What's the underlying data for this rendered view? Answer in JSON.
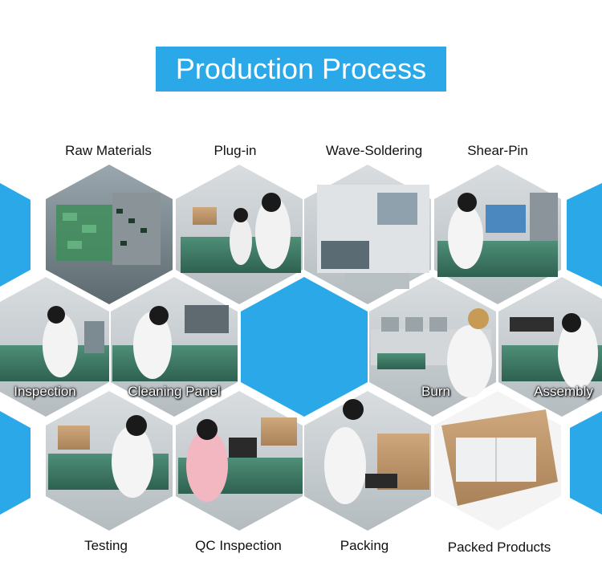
{
  "title": "Production Process",
  "steps_top": [
    "Raw Materials",
    "Plug-in",
    "Wave-Soldering",
    "Shear-Pin"
  ],
  "steps_middle": [
    "Inspection",
    "Cleaning Panel",
    "Burn",
    "Assembly"
  ],
  "steps_bottom": [
    "Testing",
    "QC Inspection",
    "Packing",
    "Packed Products"
  ],
  "colors": {
    "accent": "#2aa8e8",
    "background": "#ffffff",
    "label_text": "#111111"
  }
}
